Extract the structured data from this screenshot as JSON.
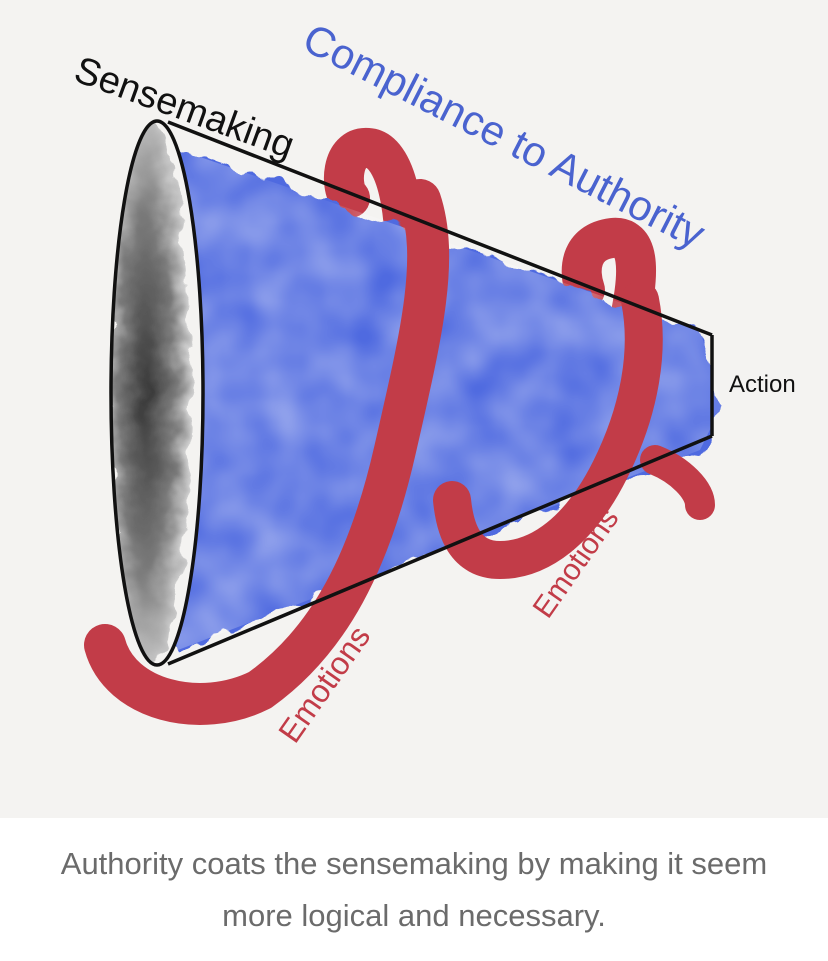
{
  "diagram": {
    "labels": {
      "sensemaking": "Sensemaking",
      "compliance": "Compliance to Authority",
      "action": "Action",
      "emotions_left": "Emotions",
      "emotions_right": "Emotions"
    },
    "colors": {
      "background": "#f4f3f1",
      "cone_fill": "#4f6ae0",
      "cone_outline": "#111111",
      "mouth_shading": "#555555",
      "emotions_coil": "#c23c48",
      "compliance_text": "#4a63cf",
      "label_text": "#111111",
      "caption_text": "#6b6b6b"
    }
  },
  "caption": {
    "text": "Authority coats the sensemaking by making it seem more logical and necessary."
  }
}
